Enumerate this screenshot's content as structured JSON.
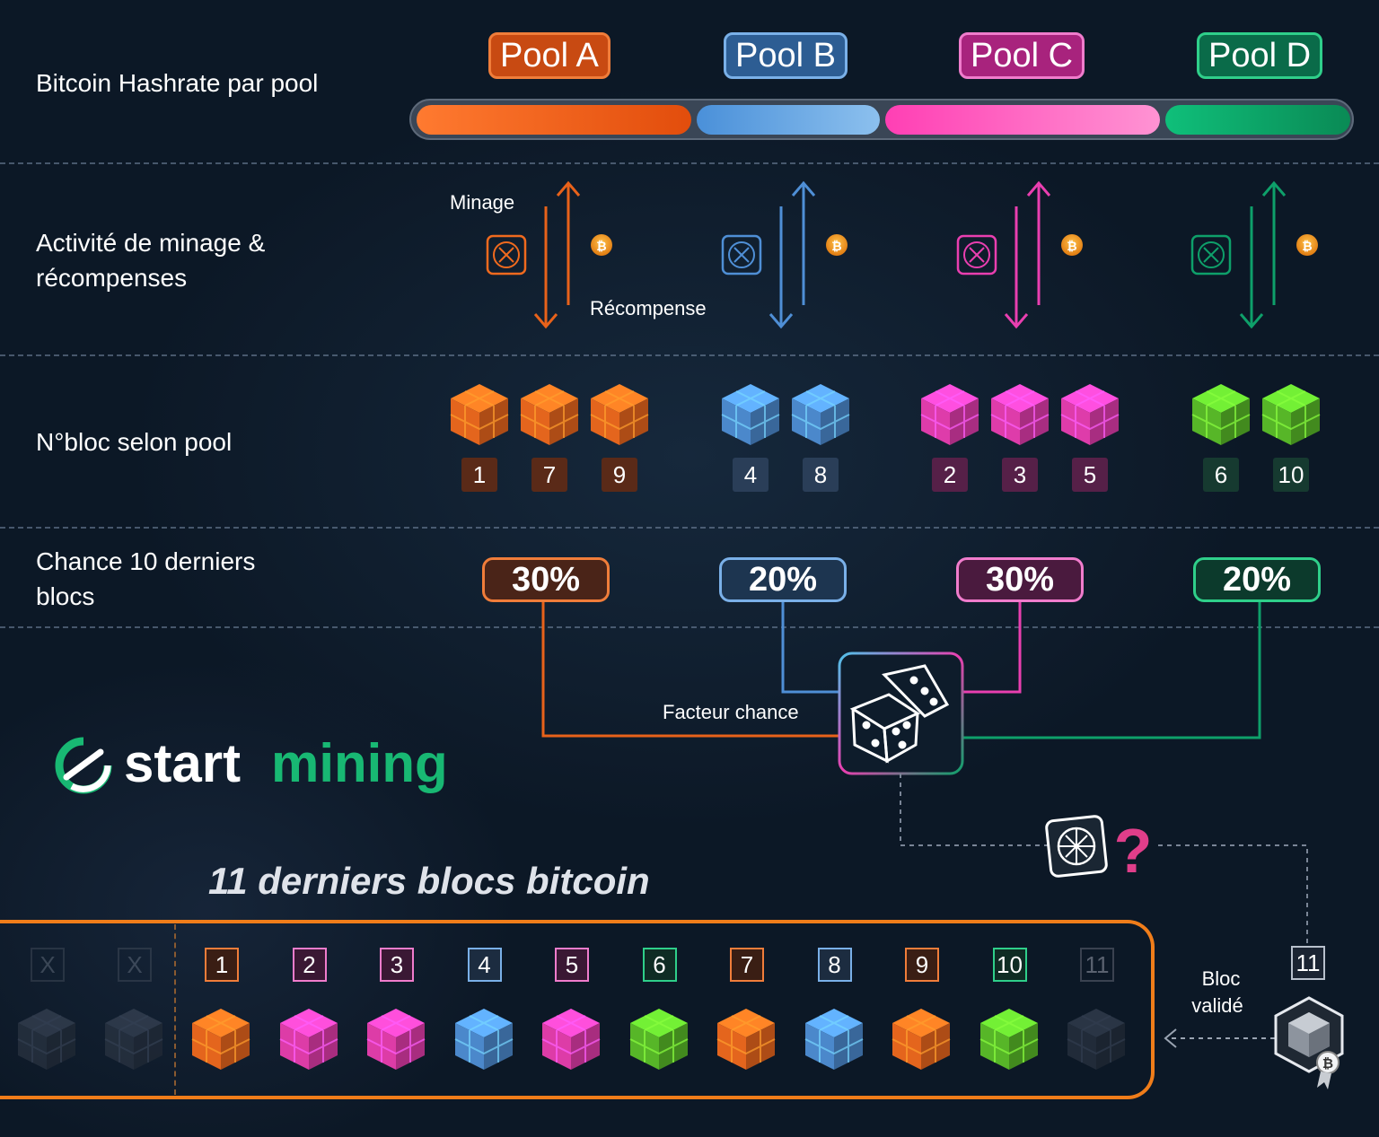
{
  "labels": {
    "hashrate": "Bitcoin Hashrate par pool",
    "activity_line1": "Activité de minage &",
    "activity_line2": "récompenses",
    "blocks_per_pool": "N°bloc selon pool",
    "chance_line1": "Chance 10 derniers",
    "chance_line2": "blocs",
    "minage": "Minage",
    "recompense": "Récompense",
    "facteur": "Facteur chance",
    "chain_title": "11 derniers blocs bitcoin",
    "bloc_valide_1": "Bloc",
    "bloc_valide_2": "validé",
    "brand_start": "start",
    "brand_mining": "mining",
    "btc_symbol": "₿"
  },
  "pools": [
    {
      "name": "Pool A",
      "color": "#f06a1e",
      "blocks": [
        "1",
        "7",
        "9"
      ],
      "chance": "30%"
    },
    {
      "name": "Pool B",
      "color": "#4f8fd6",
      "blocks": [
        "4",
        "8"
      ],
      "chance": "20%"
    },
    {
      "name": "Pool C",
      "color": "#e93fb0",
      "blocks": [
        "2",
        "3",
        "5"
      ],
      "chance": "30%"
    },
    {
      "name": "Pool D",
      "color": "#0ea06a",
      "blocks": [
        "6",
        "10"
      ],
      "chance": "20%"
    }
  ],
  "chain": {
    "removed": [
      "X",
      "X"
    ],
    "blocks": [
      {
        "n": "1",
        "pool": "A"
      },
      {
        "n": "2",
        "pool": "C"
      },
      {
        "n": "3",
        "pool": "C"
      },
      {
        "n": "4",
        "pool": "B"
      },
      {
        "n": "5",
        "pool": "C"
      },
      {
        "n": "6",
        "pool": "D"
      },
      {
        "n": "7",
        "pool": "A"
      },
      {
        "n": "8",
        "pool": "B"
      },
      {
        "n": "9",
        "pool": "A"
      },
      {
        "n": "10",
        "pool": "D"
      }
    ],
    "pending": "11",
    "new_block": "11"
  },
  "colors": {
    "A": "#f06a1e",
    "B": "#4f8fd6",
    "C": "#e93fb0",
    "D": "#5cc02a",
    "chain": "#f07d1a"
  }
}
